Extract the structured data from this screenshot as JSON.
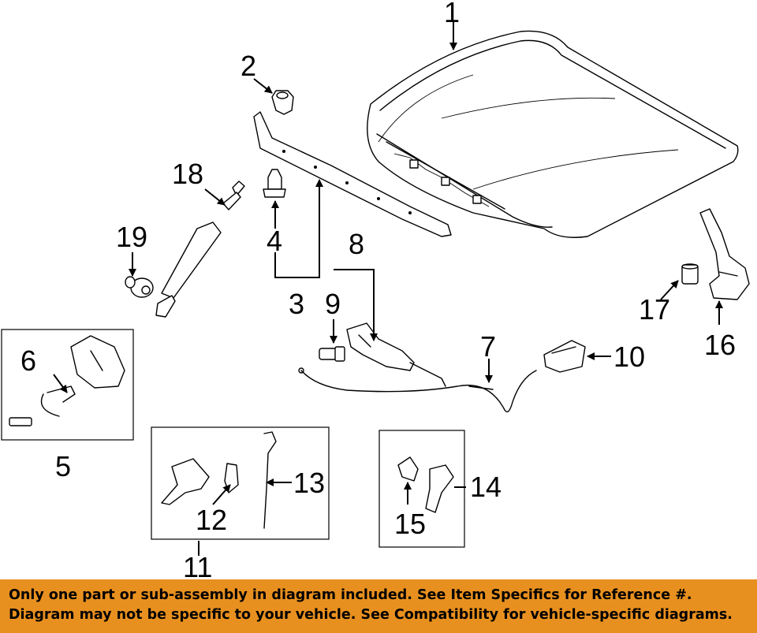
{
  "callouts": {
    "c1": "1",
    "c2": "2",
    "c3": "3",
    "c4": "4",
    "c5": "5",
    "c6": "6",
    "c7": "7",
    "c8": "8",
    "c9": "9",
    "c10": "10",
    "c11": "11",
    "c12": "12",
    "c13": "13",
    "c14": "14",
    "c15": "15",
    "c16": "16",
    "c17": "17",
    "c18": "18",
    "c19": "19"
  },
  "banner": {
    "line1": "Only one part or sub-assembly in diagram included. See Item Specifics for Reference #.",
    "line2": "Diagram may not be specific to your vehicle. See Compatibility for vehicle-specific diagrams."
  },
  "colors": {
    "banner_bg": "#e8901f",
    "line": "#000000",
    "background": "#ffffff"
  }
}
